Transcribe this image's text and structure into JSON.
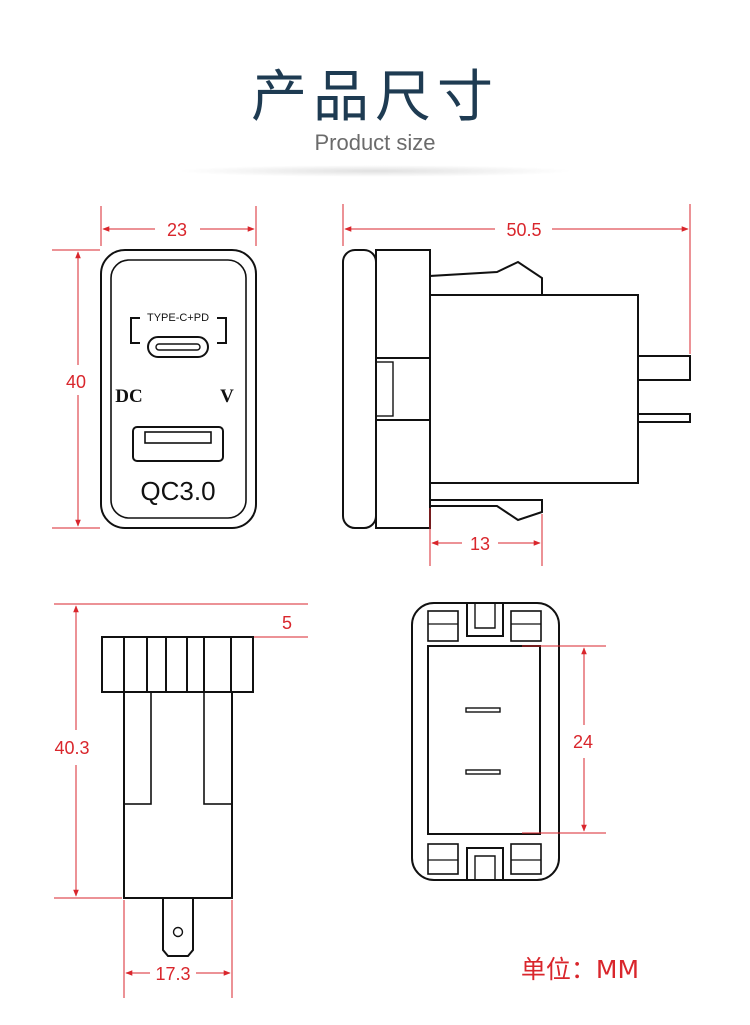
{
  "header": {
    "title_cn": "产品尺寸",
    "title_en": "Product size"
  },
  "front_view": {
    "port_label": "TYPE-C+PD",
    "left_label": "DC",
    "right_label": "V",
    "bottom_label": "QC3.0",
    "width": "23",
    "height": "40"
  },
  "side_view": {
    "length": "50.5",
    "clip": "13"
  },
  "bottom_view": {
    "height": "40.3",
    "flange": "5",
    "width": "17.3"
  },
  "back_view": {
    "inner": "24"
  },
  "unit_text": "单位：MM",
  "colors": {
    "dimension": "#d9262c",
    "outline": "#111111",
    "title": "#1e3b52"
  }
}
